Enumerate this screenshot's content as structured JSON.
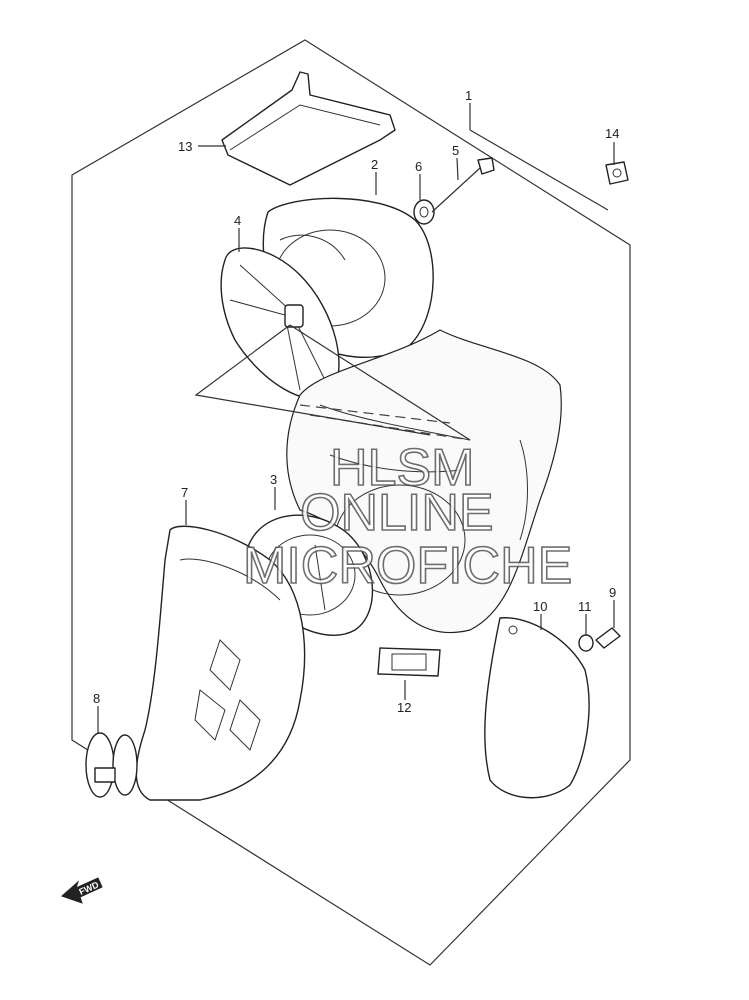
{
  "diagram": {
    "callouts": [
      {
        "id": "1",
        "label": "1"
      },
      {
        "id": "2",
        "label": "2"
      },
      {
        "id": "3",
        "label": "3"
      },
      {
        "id": "4",
        "label": "4"
      },
      {
        "id": "5",
        "label": "5"
      },
      {
        "id": "6",
        "label": "6"
      },
      {
        "id": "7",
        "label": "7"
      },
      {
        "id": "8",
        "label": "8"
      },
      {
        "id": "9",
        "label": "9"
      },
      {
        "id": "10",
        "label": "10"
      },
      {
        "id": "11",
        "label": "11"
      },
      {
        "id": "12",
        "label": "12"
      },
      {
        "id": "13",
        "label": "13"
      },
      {
        "id": "14",
        "label": "14"
      }
    ],
    "direction_marker": "FWD"
  },
  "watermark": {
    "line1": "HLSM",
    "line2": "ONLINE",
    "line3": "MICROFICHE"
  }
}
